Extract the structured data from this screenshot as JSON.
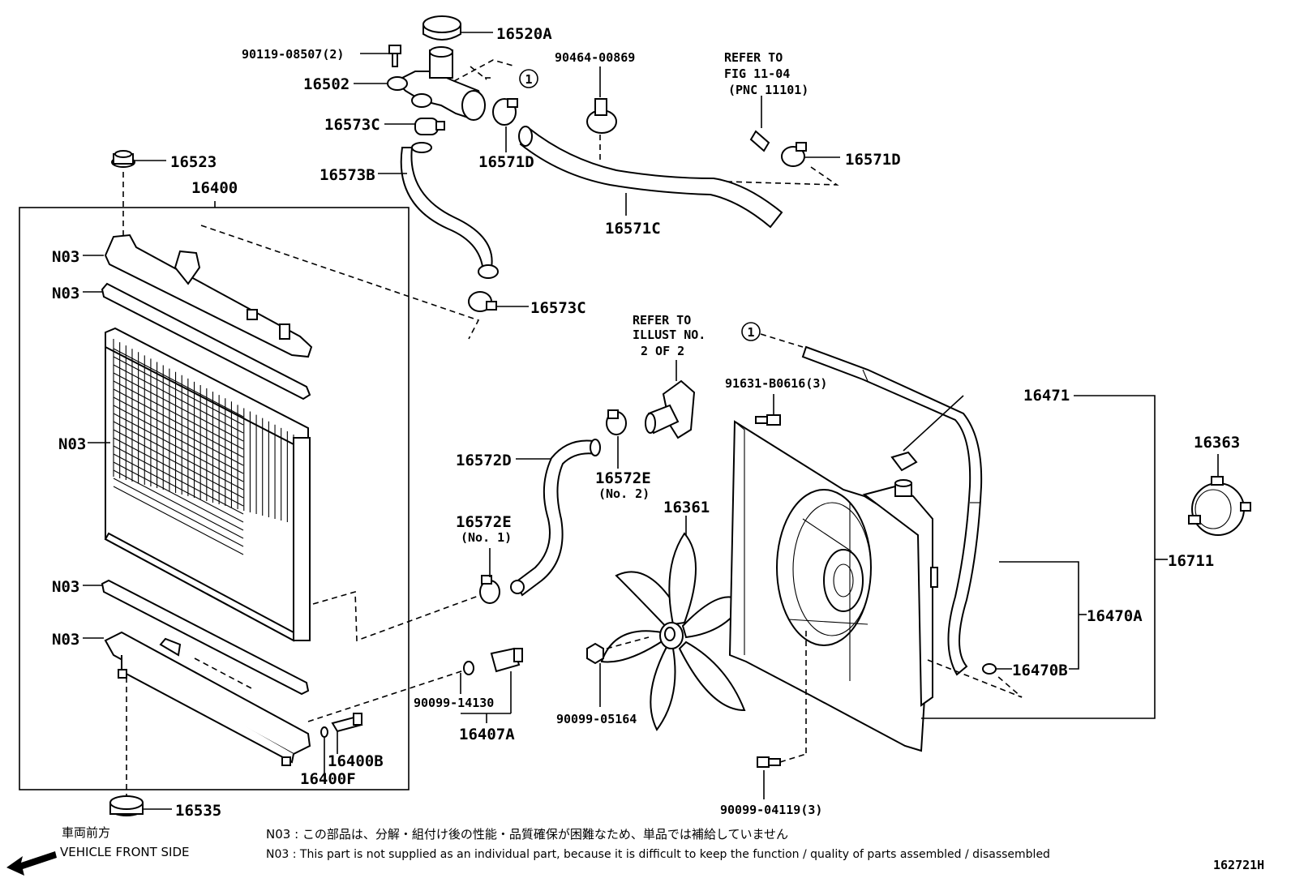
{
  "diagram_id": "162721H",
  "labels": {
    "p16520A": "16520A",
    "p90119": "90119-08507(2)",
    "p16502": "16502",
    "p16573C_top": "16573C",
    "p16571D_left": "16571D",
    "p90464": "90464-00869",
    "refer_fig_1": "REFER TO",
    "refer_fig_2": "FIG 11-04",
    "refer_fig_3": "(PNC 11101)",
    "p16571D_right": "16571D",
    "p16523": "16523",
    "p16573B": "16573B",
    "p16571C": "16571C",
    "p16400": "16400",
    "n03_1": "N03",
    "n03_2": "N03",
    "n03_3": "N03",
    "n03_4": "N03",
    "n03_5": "N03",
    "p16573C_mid": "16573C",
    "refer_illust_1": "REFER TO",
    "refer_illust_2": "ILLUST NO.",
    "refer_illust_3": "2 OF 2",
    "p91631": "91631-B0616(3)",
    "p16471": "16471",
    "p16363": "16363",
    "p16572D": "16572D",
    "p16572E_no2": "16572E",
    "p16572E_no2_sub": "(No. 2)",
    "p16361": "16361",
    "p16572E_no1": "16572E",
    "p16572E_no1_sub": "(No. 1)",
    "p16711": "16711",
    "p16470A": "16470A",
    "p16470B": "16470B",
    "p90099_14130": "90099-14130",
    "p16407A": "16407A",
    "p90099_05164": "90099-05164",
    "p16400B": "16400B",
    "p16400F": "16400F",
    "p16535": "16535",
    "p90099_04119": "90099-04119(3)",
    "circle_ref_top": "1",
    "circle_ref_mid": "1"
  },
  "footer": {
    "front_jp": "車両前方",
    "front_en": "VEHICLE FRONT SIDE",
    "note_jp": "N03 : この部品は、分解・組付け後の性能・品質確保が困難なため、単品では補給していません",
    "note_en": "N03 : This part is not supplied as an individual part, because it is difficult to keep the function / quality of parts assembled / disassembled"
  }
}
